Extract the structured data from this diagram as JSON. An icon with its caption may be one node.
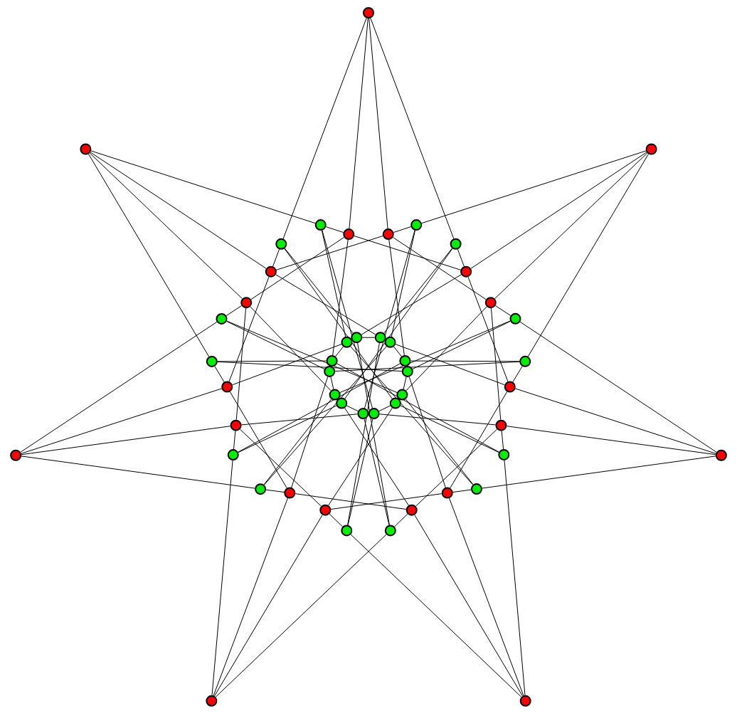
{
  "diagram": {
    "nodes": [
      {
        "text": [],
        "shape": "circle"
      },
      {
        "text": [],
        "shape": "circle"
      },
      {
        "text": [],
        "shape": "circle"
      },
      {
        "text": [],
        "shape": "circle"
      },
      {
        "text": [],
        "shape": "circle"
      },
      {
        "text": [],
        "shape": "circle"
      },
      {
        "text": [],
        "shape": "circle"
      },
      {
        "text": [],
        "shape": "circle"
      },
      {
        "text": [],
        "shape": "circle"
      },
      {
        "text": [],
        "shape": "circle"
      },
      {
        "text": [],
        "shape": "circle"
      },
      {
        "text": [],
        "shape": "circle"
      },
      {
        "text": [],
        "shape": "circle"
      },
      {
        "text": [],
        "shape": "circle"
      },
      {
        "text": [],
        "shape": "circle"
      },
      {
        "text": [],
        "shape": "circle"
      },
      {
        "text": [],
        "shape": "circle"
      },
      {
        "text": [],
        "shape": "circle"
      },
      {
        "text": [],
        "shape": "circle"
      },
      {
        "text": [],
        "shape": "circle"
      },
      {
        "text": [],
        "shape": "circle"
      },
      {
        "text": [],
        "shape": "circle"
      },
      {
        "text": [],
        "shape": "circle"
      },
      {
        "text": [],
        "shape": "circle"
      },
      {
        "text": [],
        "shape": "circle"
      },
      {
        "text": [],
        "shape": "circle"
      },
      {
        "text": [],
        "shape": "circle"
      },
      {
        "text": [],
        "shape": "circle"
      },
      {
        "text": [],
        "shape": "circle"
      },
      {
        "text": [],
        "shape": "circle"
      },
      {
        "text": [],
        "shape": "circle"
      },
      {
        "text": [],
        "shape": "circle"
      },
      {
        "text": [],
        "shape": "circle"
      },
      {
        "text": [],
        "shape": "circle"
      },
      {
        "text": [],
        "shape": "circle"
      },
      {
        "text": [],
        "shape": "circle"
      },
      {
        "text": [],
        "shape": "circle"
      },
      {
        "text": [],
        "shape": "circle"
      },
      {
        "text": [],
        "shape": "circle"
      },
      {
        "text": [],
        "shape": "circle"
      },
      {
        "text": [],
        "shape": "circle"
      },
      {
        "text": [],
        "shape": "circle"
      },
      {
        "text": [],
        "shape": "circle"
      },
      {
        "text": [],
        "shape": "circle"
      },
      {
        "text": [],
        "shape": "circle"
      },
      {
        "text": [],
        "shape": "circle"
      },
      {
        "text": [],
        "shape": "circle"
      },
      {
        "text": [],
        "shape": "circle"
      },
      {
        "text": [],
        "shape": "circle"
      }
    ],
    "edges": [
      {
        "from": 0,
        "to": 7,
        "arrow": "none"
      },
      {
        "from": 0,
        "to": 8,
        "arrow": "none"
      },
      {
        "from": 0,
        "to": 10,
        "arrow": "none"
      },
      {
        "from": 0,
        "to": 33,
        "arrow": "none"
      },
      {
        "from": 7,
        "to": 34,
        "arrow": "none"
      },
      {
        "from": 8,
        "to": 9,
        "arrow": "none"
      },
      {
        "from": 7,
        "to": 11,
        "arrow": "none"
      },
      {
        "from": 8,
        "to": 12,
        "arrow": "none"
      },
      {
        "from": 9,
        "to": 42,
        "arrow": "none"
      },
      {
        "from": 10,
        "to": 43,
        "arrow": "none"
      },
      {
        "from": 9,
        "to": 36,
        "arrow": "none"
      },
      {
        "from": 10,
        "to": 35,
        "arrow": "none"
      },
      {
        "from": 7,
        "to": 46,
        "arrow": "none"
      },
      {
        "from": 8,
        "to": 37,
        "arrow": "none"
      },
      {
        "from": 36,
        "to": 37,
        "arrow": "none"
      },
      {
        "from": 1,
        "to": 11,
        "arrow": "none"
      },
      {
        "from": 1,
        "to": 12,
        "arrow": "none"
      },
      {
        "from": 1,
        "to": 14,
        "arrow": "none"
      },
      {
        "from": 1,
        "to": 9,
        "arrow": "none"
      },
      {
        "from": 11,
        "to": 10,
        "arrow": "none"
      },
      {
        "from": 12,
        "to": 13,
        "arrow": "none"
      },
      {
        "from": 11,
        "to": 15,
        "arrow": "none"
      },
      {
        "from": 12,
        "to": 16,
        "arrow": "none"
      },
      {
        "from": 13,
        "to": 44,
        "arrow": "none"
      },
      {
        "from": 14,
        "to": 45,
        "arrow": "none"
      },
      {
        "from": 13,
        "to": 38,
        "arrow": "none"
      },
      {
        "from": 14,
        "to": 37,
        "arrow": "none"
      },
      {
        "from": 11,
        "to": 48,
        "arrow": "none"
      },
      {
        "from": 12,
        "to": 39,
        "arrow": "none"
      },
      {
        "from": 38,
        "to": 39,
        "arrow": "none"
      },
      {
        "from": 2,
        "to": 15,
        "arrow": "none"
      },
      {
        "from": 2,
        "to": 16,
        "arrow": "none"
      },
      {
        "from": 2,
        "to": 18,
        "arrow": "none"
      },
      {
        "from": 2,
        "to": 13,
        "arrow": "none"
      },
      {
        "from": 15,
        "to": 14,
        "arrow": "none"
      },
      {
        "from": 16,
        "to": 17,
        "arrow": "none"
      },
      {
        "from": 15,
        "to": 19,
        "arrow": "none"
      },
      {
        "from": 16,
        "to": 20,
        "arrow": "none"
      },
      {
        "from": 17,
        "to": 46,
        "arrow": "none"
      },
      {
        "from": 18,
        "to": 47,
        "arrow": "none"
      },
      {
        "from": 17,
        "to": 40,
        "arrow": "none"
      },
      {
        "from": 18,
        "to": 39,
        "arrow": "none"
      },
      {
        "from": 15,
        "to": 36,
        "arrow": "none"
      },
      {
        "from": 16,
        "to": 41,
        "arrow": "none"
      },
      {
        "from": 40,
        "to": 41,
        "arrow": "none"
      },
      {
        "from": 3,
        "to": 19,
        "arrow": "none"
      },
      {
        "from": 3,
        "to": 20,
        "arrow": "none"
      },
      {
        "from": 3,
        "to": 22,
        "arrow": "none"
      },
      {
        "from": 3,
        "to": 17,
        "arrow": "none"
      },
      {
        "from": 19,
        "to": 18,
        "arrow": "none"
      },
      {
        "from": 20,
        "to": 21,
        "arrow": "none"
      },
      {
        "from": 19,
        "to": 23,
        "arrow": "none"
      },
      {
        "from": 20,
        "to": 24,
        "arrow": "none"
      },
      {
        "from": 21,
        "to": 48,
        "arrow": "none"
      },
      {
        "from": 22,
        "to": 35,
        "arrow": "none"
      },
      {
        "from": 21,
        "to": 42,
        "arrow": "none"
      },
      {
        "from": 22,
        "to": 41,
        "arrow": "none"
      },
      {
        "from": 19,
        "to": 38,
        "arrow": "none"
      },
      {
        "from": 20,
        "to": 43,
        "arrow": "none"
      },
      {
        "from": 42,
        "to": 43,
        "arrow": "none"
      },
      {
        "from": 4,
        "to": 23,
        "arrow": "none"
      },
      {
        "from": 4,
        "to": 24,
        "arrow": "none"
      },
      {
        "from": 4,
        "to": 26,
        "arrow": "none"
      },
      {
        "from": 4,
        "to": 21,
        "arrow": "none"
      },
      {
        "from": 23,
        "to": 22,
        "arrow": "none"
      },
      {
        "from": 24,
        "to": 25,
        "arrow": "none"
      },
      {
        "from": 23,
        "to": 27,
        "arrow": "none"
      },
      {
        "from": 24,
        "to": 28,
        "arrow": "none"
      },
      {
        "from": 25,
        "to": 36,
        "arrow": "none"
      },
      {
        "from": 26,
        "to": 37,
        "arrow": "none"
      },
      {
        "from": 25,
        "to": 44,
        "arrow": "none"
      },
      {
        "from": 26,
        "to": 43,
        "arrow": "none"
      },
      {
        "from": 23,
        "to": 40,
        "arrow": "none"
      },
      {
        "from": 24,
        "to": 45,
        "arrow": "none"
      },
      {
        "from": 44,
        "to": 45,
        "arrow": "none"
      },
      {
        "from": 5,
        "to": 27,
        "arrow": "none"
      },
      {
        "from": 5,
        "to": 28,
        "arrow": "none"
      },
      {
        "from": 5,
        "to": 30,
        "arrow": "none"
      },
      {
        "from": 5,
        "to": 25,
        "arrow": "none"
      },
      {
        "from": 27,
        "to": 26,
        "arrow": "none"
      },
      {
        "from": 28,
        "to": 29,
        "arrow": "none"
      },
      {
        "from": 27,
        "to": 31,
        "arrow": "none"
      },
      {
        "from": 28,
        "to": 32,
        "arrow": "none"
      },
      {
        "from": 29,
        "to": 38,
        "arrow": "none"
      },
      {
        "from": 30,
        "to": 39,
        "arrow": "none"
      },
      {
        "from": 29,
        "to": 46,
        "arrow": "none"
      },
      {
        "from": 30,
        "to": 45,
        "arrow": "none"
      },
      {
        "from": 27,
        "to": 42,
        "arrow": "none"
      },
      {
        "from": 28,
        "to": 47,
        "arrow": "none"
      },
      {
        "from": 46,
        "to": 47,
        "arrow": "none"
      },
      {
        "from": 6,
        "to": 31,
        "arrow": "none"
      },
      {
        "from": 6,
        "to": 32,
        "arrow": "none"
      },
      {
        "from": 6,
        "to": 34,
        "arrow": "none"
      },
      {
        "from": 6,
        "to": 29,
        "arrow": "none"
      },
      {
        "from": 31,
        "to": 30,
        "arrow": "none"
      },
      {
        "from": 32,
        "to": 33,
        "arrow": "none"
      },
      {
        "from": 31,
        "to": 7,
        "arrow": "none"
      },
      {
        "from": 32,
        "to": 8,
        "arrow": "none"
      },
      {
        "from": 33,
        "to": 40,
        "arrow": "none"
      },
      {
        "from": 34,
        "to": 41,
        "arrow": "none"
      },
      {
        "from": 33,
        "to": 48,
        "arrow": "none"
      },
      {
        "from": 34,
        "to": 47,
        "arrow": "none"
      },
      {
        "from": 31,
        "to": 44,
        "arrow": "none"
      },
      {
        "from": 32,
        "to": 35,
        "arrow": "none"
      },
      {
        "from": 48,
        "to": 35,
        "arrow": "none"
      }
    ]
  }
}
